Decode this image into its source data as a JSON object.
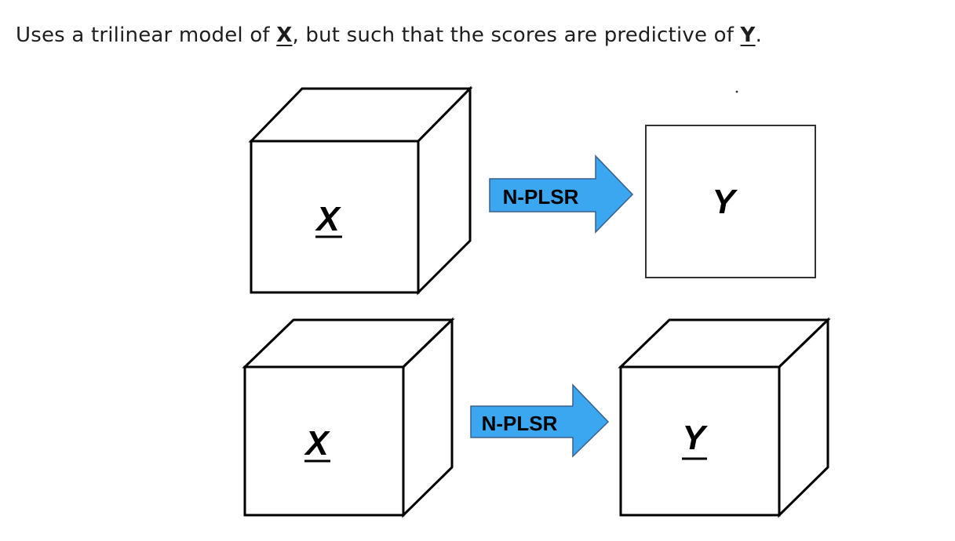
{
  "caption": {
    "prefix": "Uses a trilinear model of ",
    "x_symbol": "X",
    "middle": ", but such that the scores are predictive of ",
    "y_symbol": "Y",
    "suffix": "."
  },
  "top_row": {
    "x_label": "X",
    "arrow_label": "N-PLSR",
    "y_label": "Y"
  },
  "bottom_row": {
    "x_label": "X",
    "arrow_label": "N-PLSR",
    "y_label": "Y"
  },
  "colors": {
    "arrow_fill": "#3aa7f0",
    "arrow_stroke": "#3a5f8a"
  },
  "icons": [
    "cube-x-icon",
    "square-y-icon",
    "cube-y-icon",
    "right-arrow-icon"
  ]
}
